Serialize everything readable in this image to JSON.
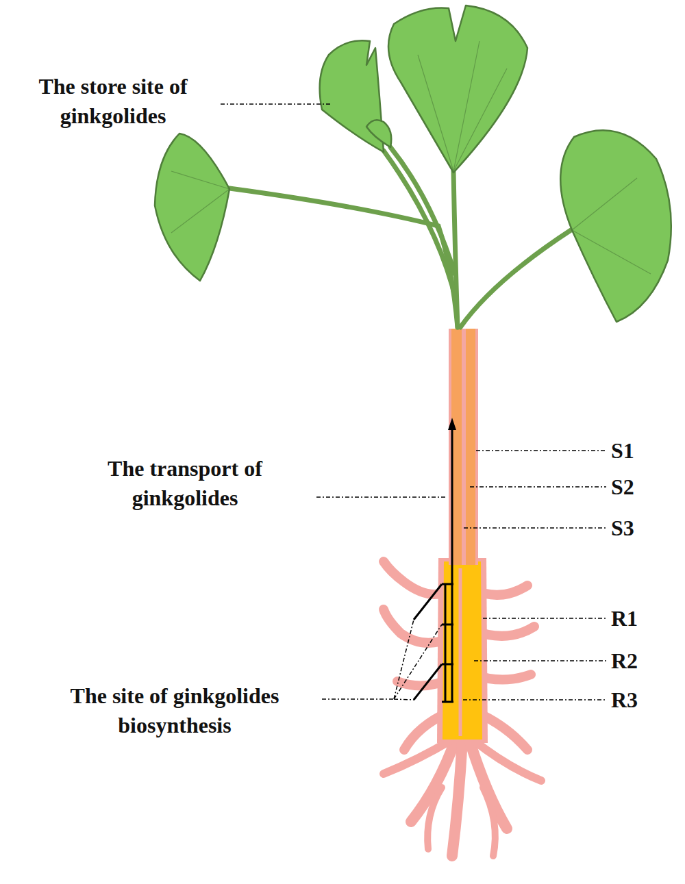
{
  "diagram": {
    "labels": [
      "The store site of ginkgolides",
      "The transport of ginkgolides",
      "S1",
      "S2",
      "S3",
      "R1",
      "R2",
      "R3",
      "The site of ginkgolides biosynthesis"
    ]
  }
}
